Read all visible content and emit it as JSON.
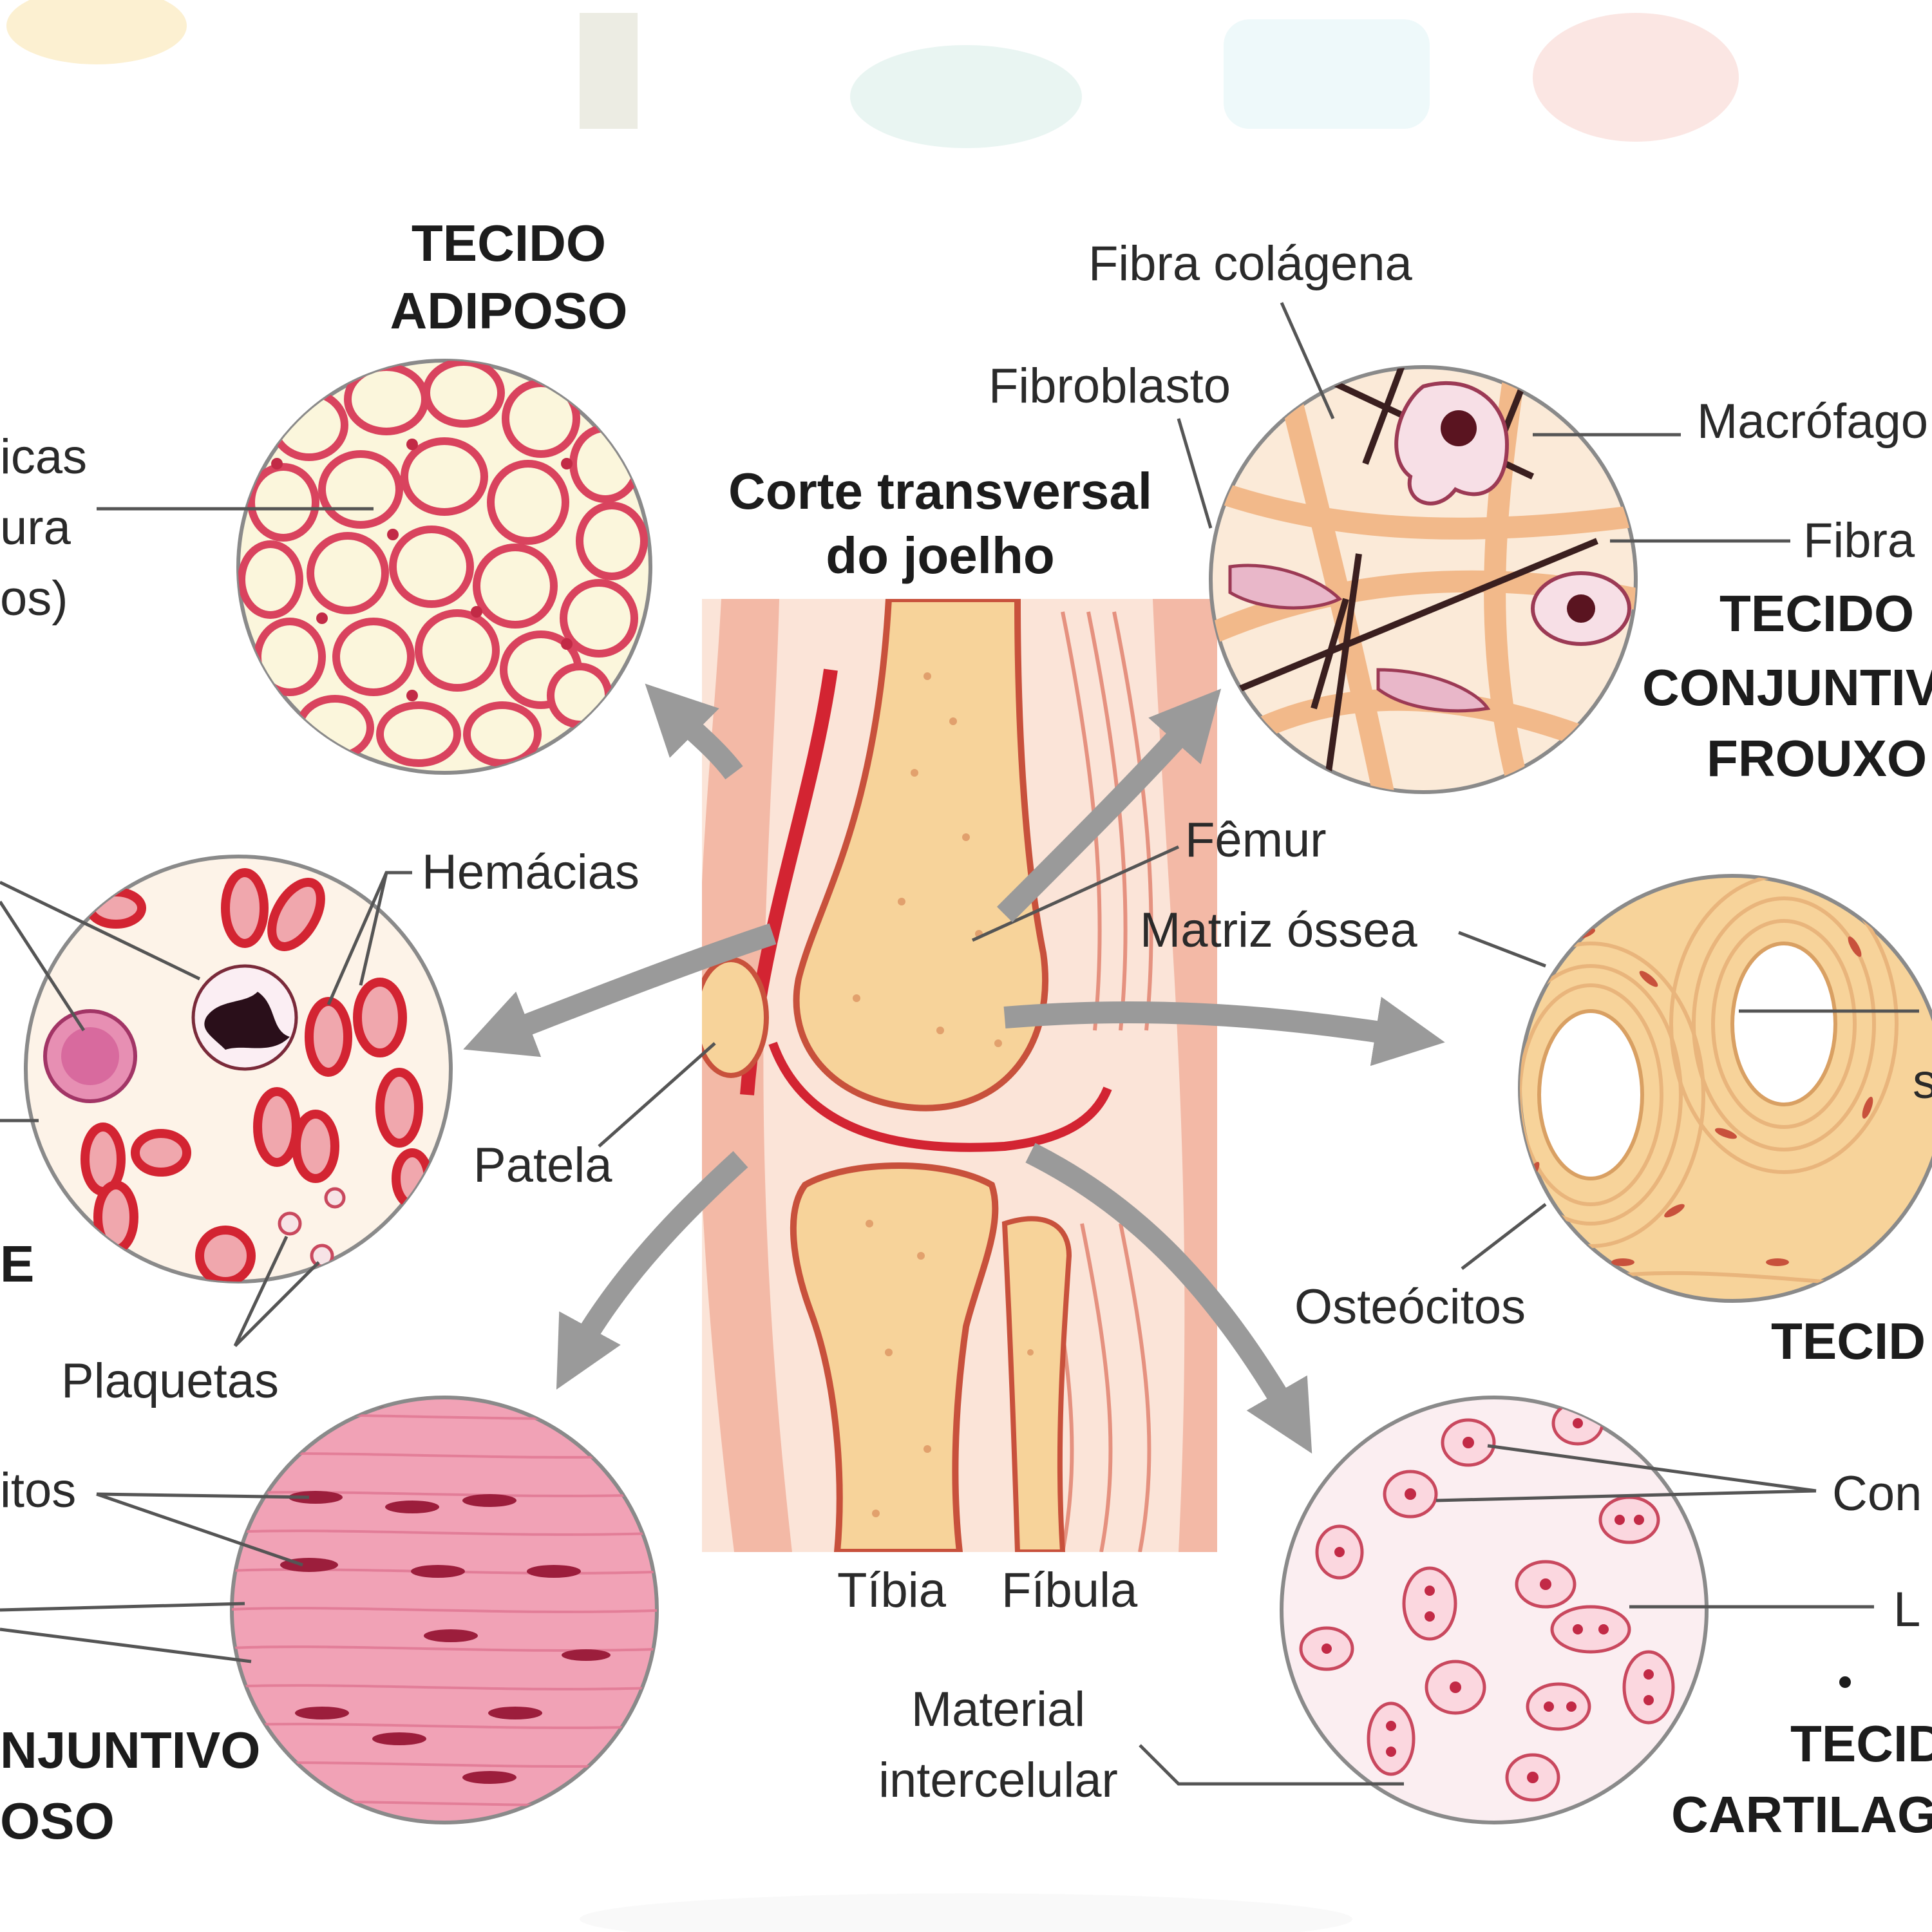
{
  "center": {
    "title_line1": "Corte transversal",
    "title_line2": "do joelho",
    "femur": "Fêmur",
    "patela": "Patela",
    "tibia": "Tíbia",
    "fibula": "Fíbula"
  },
  "adiposo": {
    "title_line1": "TECIDO",
    "title_line2": "ADIPOSO",
    "left_line1": "icas",
    "left_line2": "ura",
    "left_line3": "os)"
  },
  "frouxo": {
    "fibra_colagena": "Fibra colágena",
    "fibroblasto": "Fibroblasto",
    "macrofago": "Macrófago",
    "fibra": "Fibra",
    "title_line1": "TECIDO",
    "title_line2": "CONJUNTIV",
    "title_line3": "FROUXO"
  },
  "sangue": {
    "hemacias": "Hemácias",
    "plaquetas": "Plaquetas",
    "title_fragment": "E"
  },
  "osseo": {
    "matriz_ossea": "Matriz óssea",
    "osteocitos": "Osteócitos",
    "right_fragment": "s",
    "title_fragment": "TECID"
  },
  "denso": {
    "left_fragment": "itos",
    "title_line1": "NJUNTIVO",
    "title_line2": "OSO"
  },
  "cartilaginoso": {
    "condrocitos": "Con",
    "lacuna": "L",
    "material_line1": "Material",
    "material_line2": "intercelular",
    "title_line1": "TECID",
    "title_line2": "CARTILAG"
  },
  "colors": {
    "adipose_wall": "#d9435e",
    "adipose_fill": "#fbf6dc",
    "collagen": "#f2b98a",
    "blood_red": "#d32432",
    "bone": "#f7d39a",
    "cartilage_bg": "#fbeef1",
    "dense": "#ee8fa6",
    "arrow": "#9a9a9a",
    "leader": "#555555"
  }
}
